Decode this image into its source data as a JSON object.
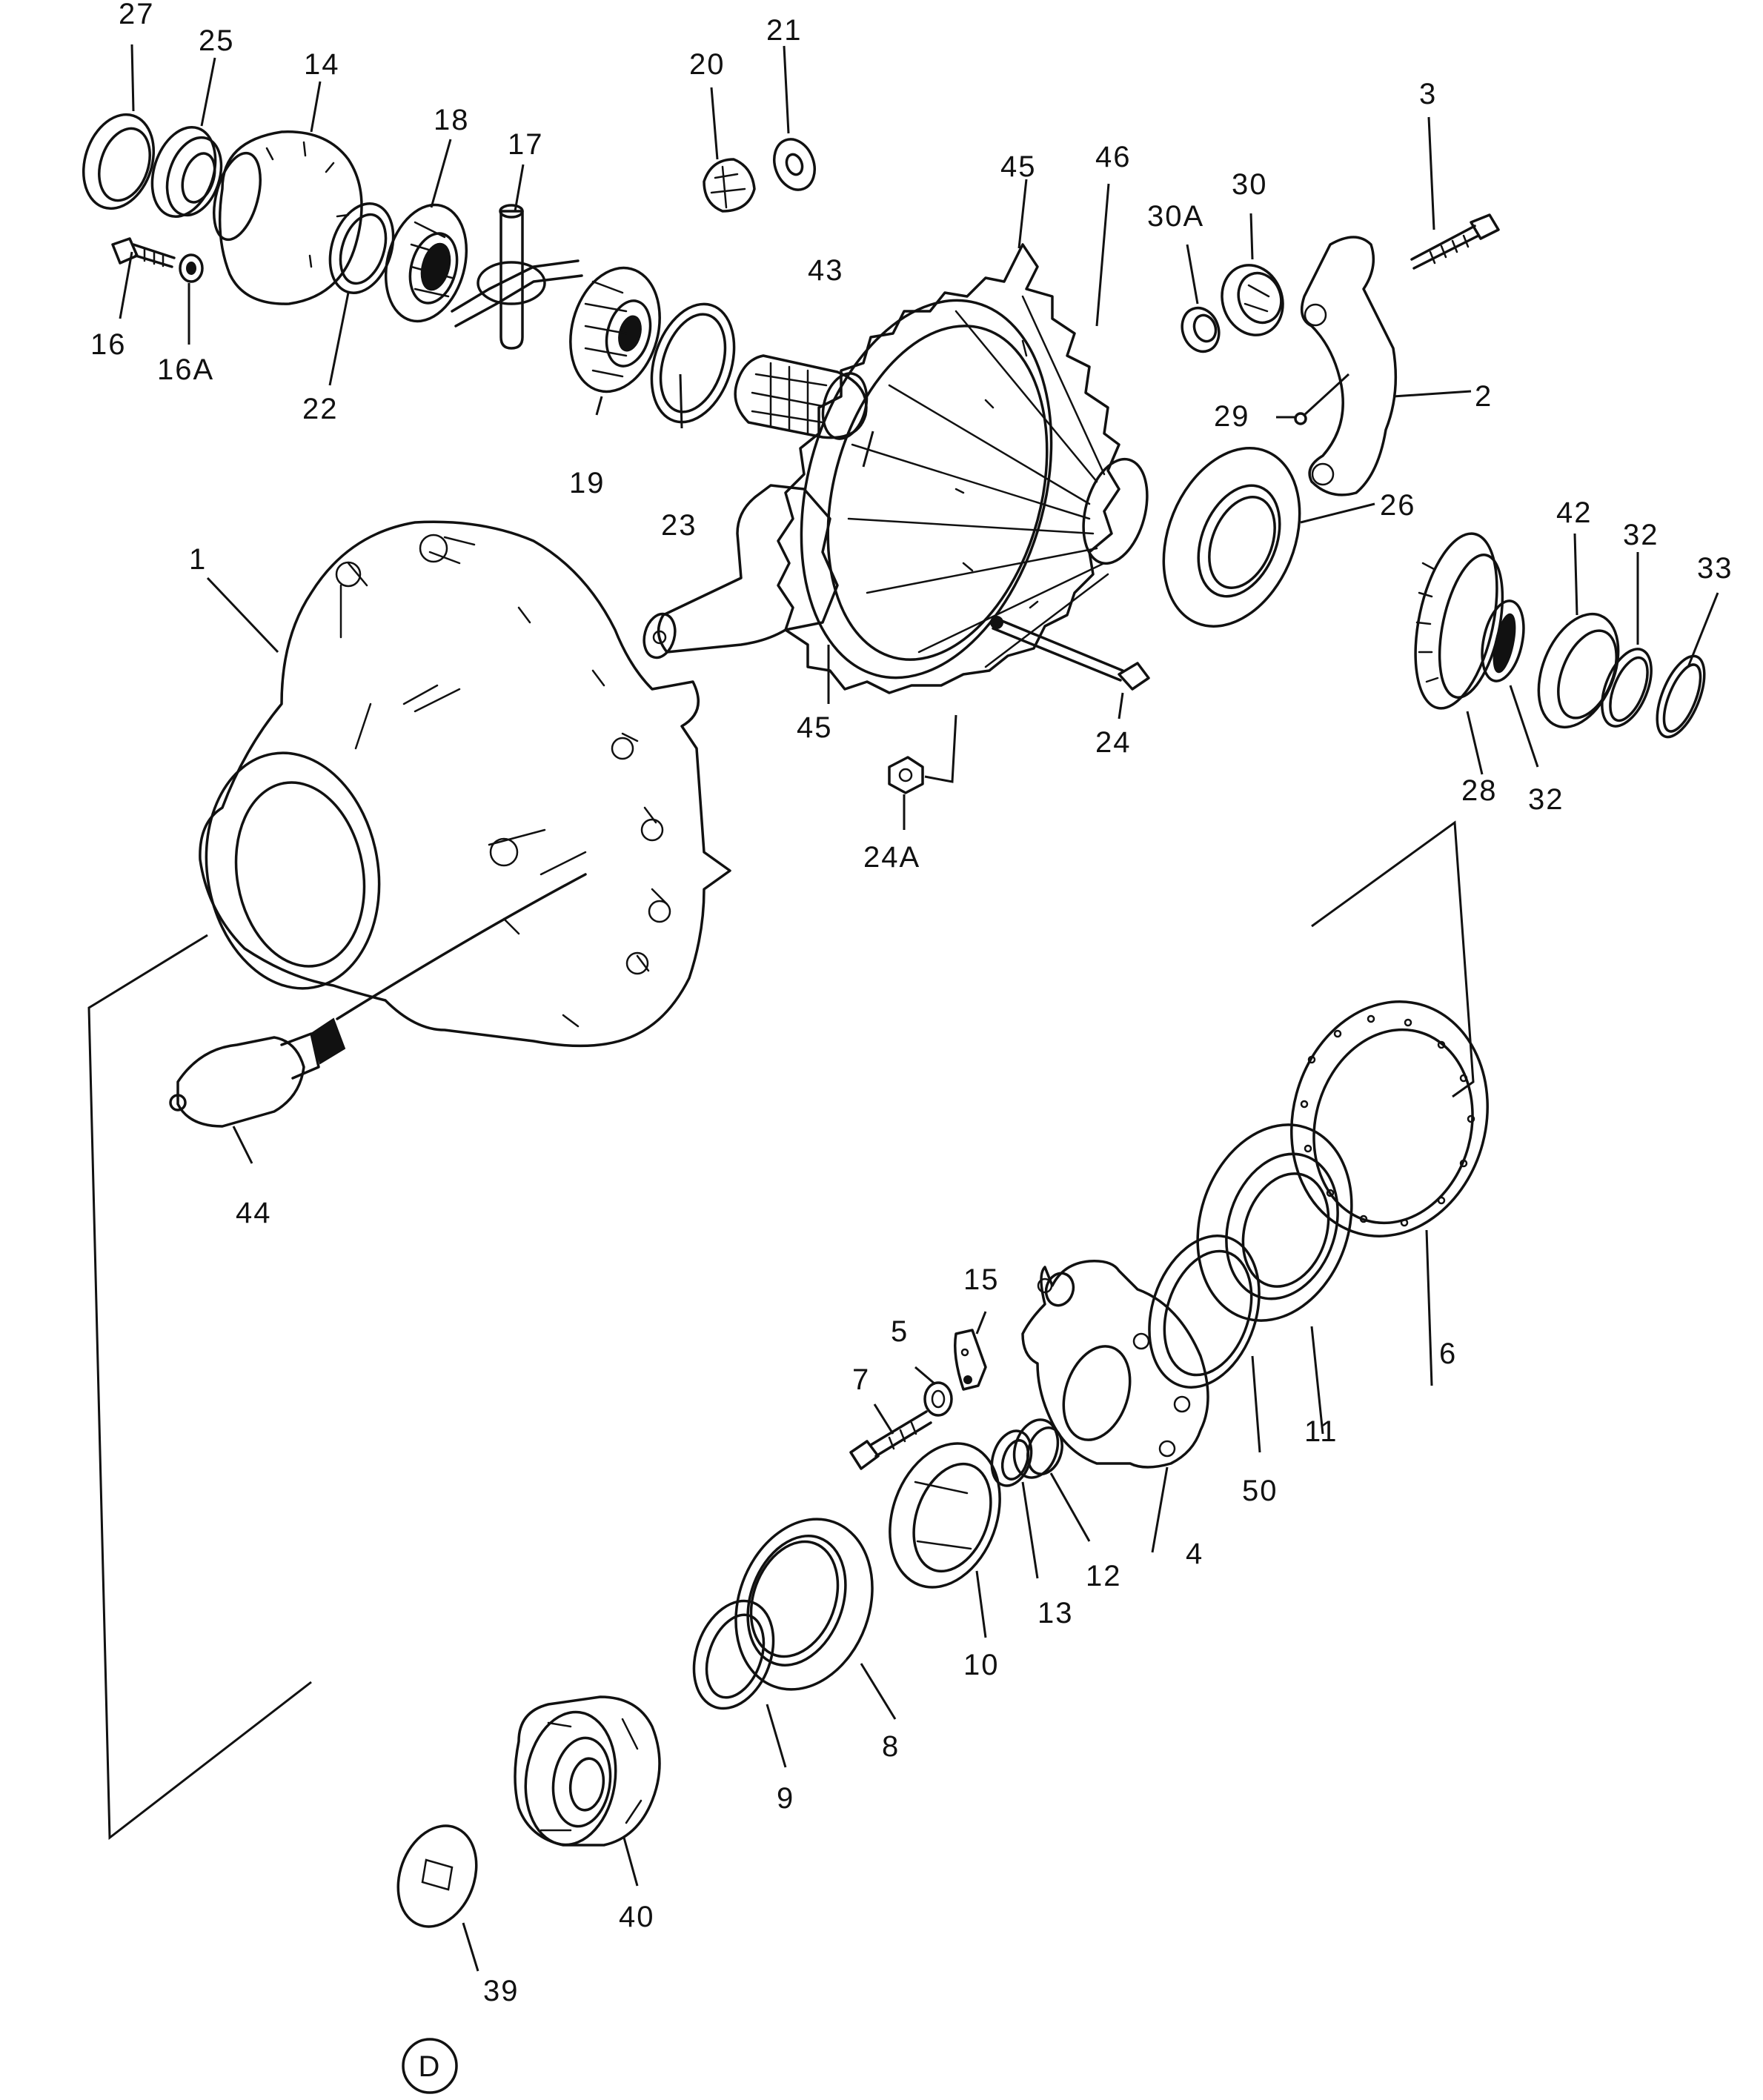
{
  "diagram": {
    "type": "exploded-parts-diagram",
    "callouts": [
      "1",
      "2",
      "3",
      "4",
      "5",
      "6",
      "7",
      "8",
      "9",
      "10",
      "11",
      "12",
      "13",
      "14",
      "15",
      "16",
      "16A",
      "17",
      "18",
      "19",
      "20",
      "21",
      "22",
      "23",
      "24",
      "24A",
      "25",
      "26",
      "27",
      "28",
      "29",
      "30",
      "30A",
      "32",
      "32",
      "33",
      "39",
      "40",
      "42",
      "43",
      "44",
      "45",
      "45",
      "46",
      "50"
    ],
    "section_marker": "D"
  }
}
